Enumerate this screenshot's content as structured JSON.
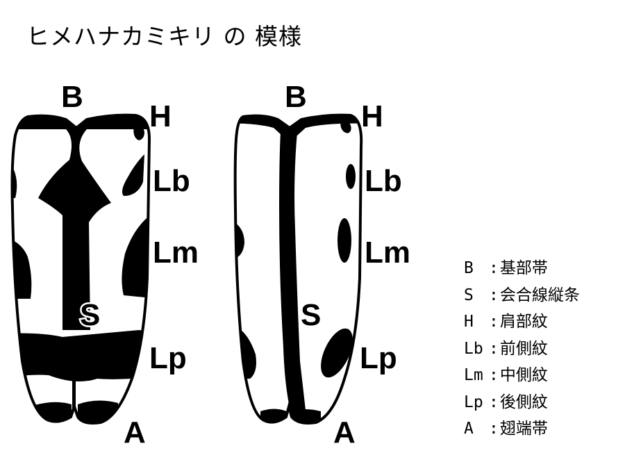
{
  "title": "ヒメハナカミキリ の 模様",
  "pattern_labels": {
    "B": "B",
    "H": "H",
    "Lb": "Lb",
    "Lm": "Lm",
    "S": "S",
    "Lp": "Lp",
    "A": "A"
  },
  "legend": [
    {
      "code": "B",
      "sep": ":",
      "name": "基部帯"
    },
    {
      "code": "S",
      "sep": ":",
      "name": "会合線縦条"
    },
    {
      "code": "H",
      "sep": ":",
      "name": "肩部紋"
    },
    {
      "code": "Lb",
      "sep": ":",
      "name": "前側紋"
    },
    {
      "code": "Lm",
      "sep": ":",
      "name": "中側紋"
    },
    {
      "code": "Lp",
      "sep": ":",
      "name": "後側紋"
    },
    {
      "code": "A",
      "sep": ":",
      "name": "翅端帯"
    }
  ]
}
